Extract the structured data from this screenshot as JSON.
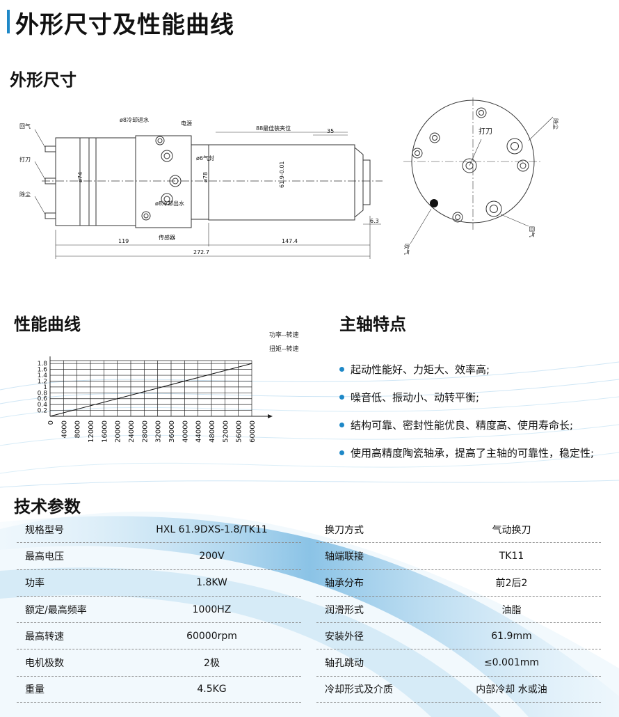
{
  "page_title": "外形尺寸及性能曲线",
  "sections": {
    "dimensions": "外形尺寸",
    "performance": "性能曲线",
    "features": "主轴特点",
    "specs": "技术参数"
  },
  "drawing": {
    "labels": {
      "return_air": "回气",
      "tool_change": "打刀",
      "dust": "除尘",
      "coolant_in": "ø8冷却进水",
      "power": "电源",
      "air_seal": "ø6气封",
      "coolant_out": "ø8冷却出水",
      "sensor": "传感器",
      "clamp_pos": "88最佳装夹位",
      "end_view_tool_change": "打刀",
      "end_view_dust": "除尘",
      "end_view_return_air": "回气",
      "end_view_blow_air": "吹气"
    },
    "dims": {
      "d35": "35",
      "d6_3": "6.3",
      "d119": "119",
      "d147_4": "147.4",
      "d272_7": "272.7",
      "dia74": "ø74",
      "dia78": "ø78",
      "dia61_9": "61.9-0.01"
    }
  },
  "chart_data": {
    "type": "line",
    "legend": [
      "功率--转速",
      "扭矩--转速"
    ],
    "x": [
      0,
      4000,
      8000,
      12000,
      16000,
      20000,
      24000,
      28000,
      32000,
      36000,
      40000,
      44000,
      48000,
      52000,
      56000,
      60000
    ],
    "y_ticks": [
      0.2,
      0.4,
      0.6,
      0.8,
      1.0,
      1.2,
      1.4,
      1.6,
      1.8
    ],
    "ylim": [
      0,
      1.9
    ],
    "xlim": [
      0,
      60000
    ],
    "series": [
      {
        "name": "功率--转速",
        "x": [
          0,
          60000
        ],
        "y": [
          0,
          1.8
        ]
      }
    ],
    "grid": true
  },
  "features": [
    "起动性能好、力矩大、效率高;",
    "噪音低、振动小、动转平衡;",
    "结构可靠、密封性能优良、精度高、使用寿命长;",
    "使用高精度陶瓷轴承，提高了主轴的可靠性，稳定性;"
  ],
  "specs": {
    "left": [
      {
        "k": "规格型号",
        "v": "HXL 61.9DXS-1.8/TK11"
      },
      {
        "k": "最高电压",
        "v": "200V"
      },
      {
        "k": "功率",
        "v": "1.8KW"
      },
      {
        "k": "额定/最高频率",
        "v": "1000HZ"
      },
      {
        "k": "最高转速",
        "v": "60000rpm"
      },
      {
        "k": "电机极数",
        "v": "2极"
      },
      {
        "k": "重量",
        "v": "4.5KG"
      }
    ],
    "right": [
      {
        "k": "换刀方式",
        "v": "气动换刀"
      },
      {
        "k": "轴端联接",
        "v": "TK11"
      },
      {
        "k": "轴承分布",
        "v": "前2后2"
      },
      {
        "k": "润滑形式",
        "v": "油脂"
      },
      {
        "k": "安装外径",
        "v": "61.9mm"
      },
      {
        "k": "轴孔跳动",
        "v": "≤0.001mm"
      },
      {
        "k": "冷却形式及介质",
        "v": "内部冷却 水或油"
      }
    ]
  },
  "colors": {
    "accent": "#1e88c7"
  }
}
